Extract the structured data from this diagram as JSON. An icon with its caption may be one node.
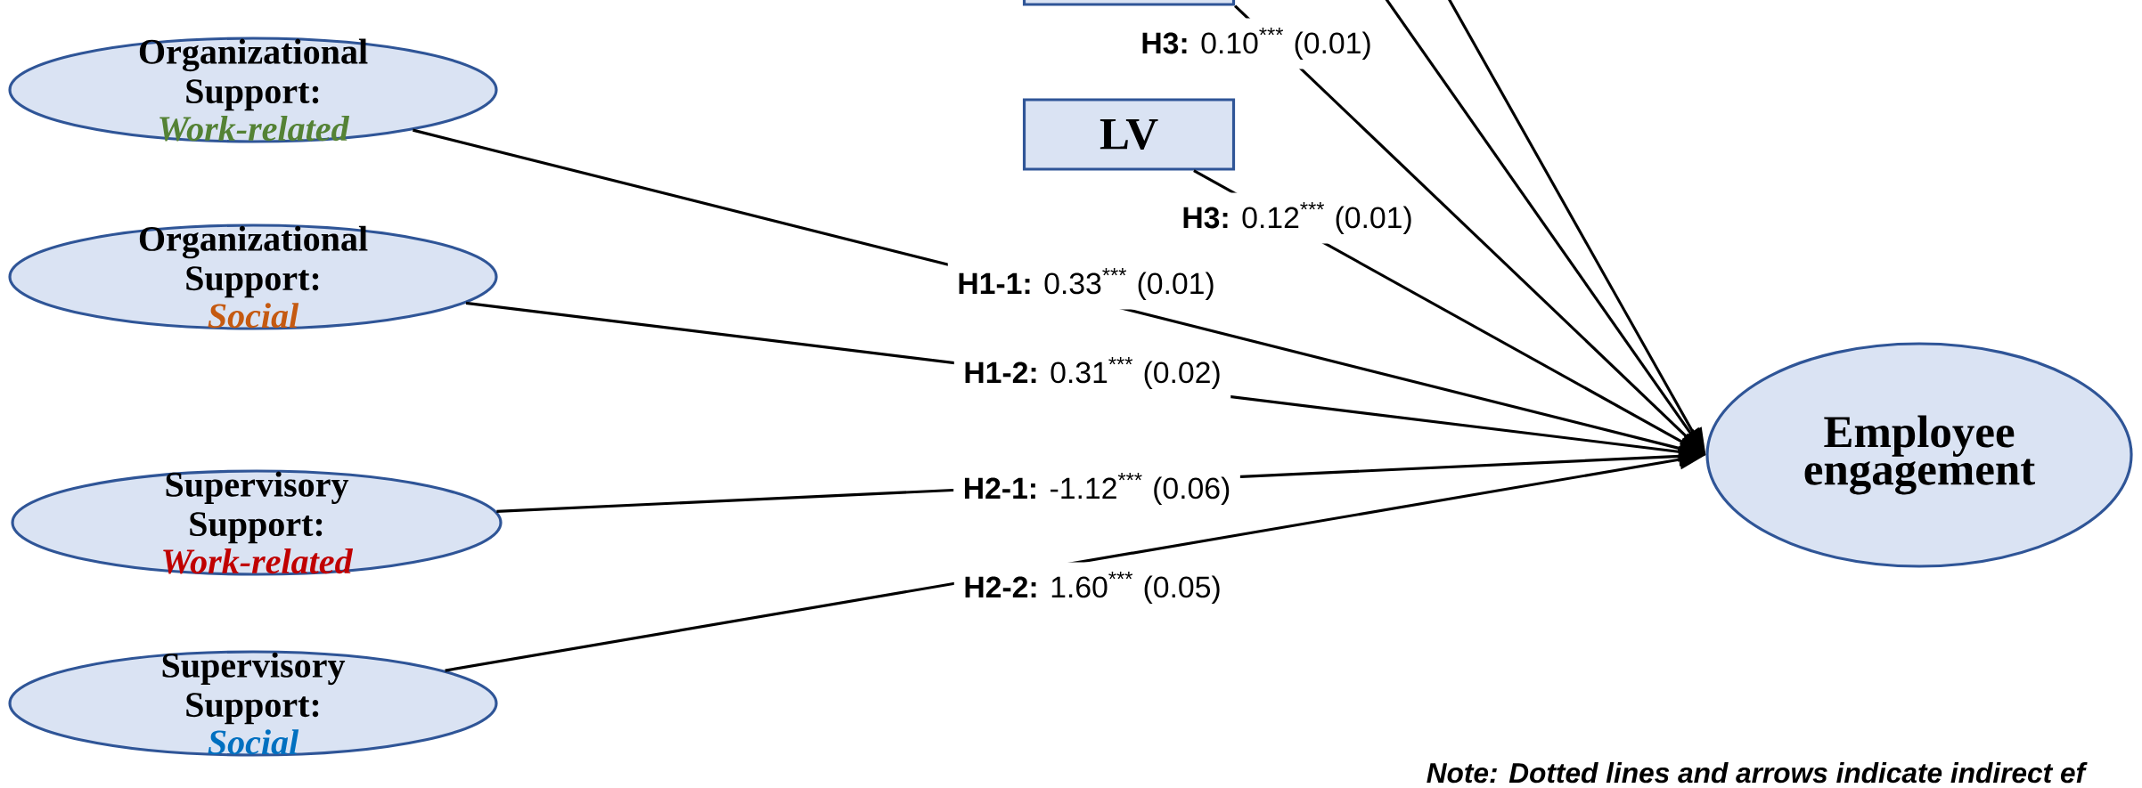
{
  "diagram": {
    "nodes": [
      {
        "text": [],
        "shape": "box"
      },
      {
        "text": [
          "LV"
        ]
      },
      {
        "text": [
          "Organizational Support:",
          "Work-related"
        ]
      },
      {
        "text": [
          "Organizational Support:",
          "Social"
        ]
      },
      {
        "text": [
          "Supervisory Support:",
          "Work-related"
        ]
      },
      {
        "text": [
          "Supervisory Support:",
          "Social"
        ]
      },
      {
        "text": [
          "Employee engagement"
        ]
      }
    ],
    "edges": [
      {
        "from": null,
        "to": 6,
        "arrow": "to"
      },
      {
        "from": null,
        "to": 6,
        "arrow": "to"
      },
      {
        "from": 0,
        "to": 6,
        "arrow": "to",
        "label": "**H3:** 0.10$^{***}$ (0.01)"
      },
      {
        "from": 1,
        "to": 6,
        "arrow": "to",
        "label": "**H3:** 0.12$^{***}$ (0.01)"
      },
      {
        "from": 2,
        "to": 6,
        "arrow": "to",
        "label": "**H1-1:** 0.33$^{***}$ (0.01)"
      },
      {
        "from": 3,
        "to": 6,
        "arrow": "to",
        "label": "**H1-2:** 0.31$^{***}$ (0.02)"
      },
      {
        "from": 4,
        "to": 6,
        "arrow": "to",
        "label": "**H2-1:** -1.12$^{***}$ (0.06)"
      },
      {
        "from": 5,
        "to": 6,
        "arrow": "to",
        "label": "**H2-2:** 1.60$^{***}$ (0.05)"
      }
    ],
    "labels": [
      "Note: Dotted lines and arrows indicate indirect ef"
    ]
  }
}
